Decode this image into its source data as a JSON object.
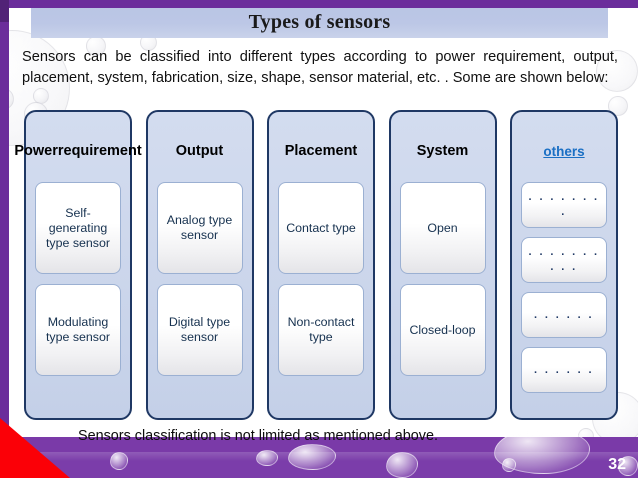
{
  "slide": {
    "title": "Types of sensors",
    "page_number": "32",
    "intro": "Sensors can be classified into different types according to power requirement, output, placement, system, fabrication, size, shape, sensor material, etc. . Some are shown below:",
    "caption": "Sensors classification is not limited as mentioned above.",
    "colors": {
      "banner_purple": "#6b2d9b",
      "band_purple": "#7b3daa",
      "accent_red": "#fb0007",
      "title_band": "#bcc7e6",
      "column_border": "#1f3864",
      "column_fill": "#cdd7ec",
      "link_blue": "#1a6fc4"
    }
  },
  "diagram": {
    "columns": [
      {
        "heading": "Power\nrequirement",
        "heading_line1": "Power",
        "heading_line2": "requirement",
        "is_link": false,
        "cells": [
          "Self-\ngenerating\ntype sensor",
          "Modulating\ntype sensor"
        ],
        "cell1": "Self- generating type sensor",
        "cell2": "Modulating type sensor"
      },
      {
        "heading": "Output",
        "is_link": false,
        "cells": [
          "Analog type sensor",
          "Digital type sensor"
        ],
        "cell1": "Analog type sensor",
        "cell2": "Digital type sensor"
      },
      {
        "heading": "Placement",
        "is_link": false,
        "cells": [
          "Contact type",
          "Non-contact type"
        ],
        "cell1": "Contact type",
        "cell2": "Non-contact type"
      },
      {
        "heading": "System",
        "is_link": false,
        "cells": [
          "Open",
          "Closed-loop"
        ],
        "cell1": "Open",
        "cell2": "Closed-loop"
      },
      {
        "heading": "others",
        "is_link": true,
        "cells": [
          "• • • • • • • •",
          "• • • • • • • • • •",
          "• • • • • •",
          "• • • • • •"
        ],
        "cell1": ". . . . . . . .",
        "cell2": ". . . . . . . . . .",
        "cell3": ". . . . . .",
        "cell4": ". . . . . ."
      }
    ]
  }
}
